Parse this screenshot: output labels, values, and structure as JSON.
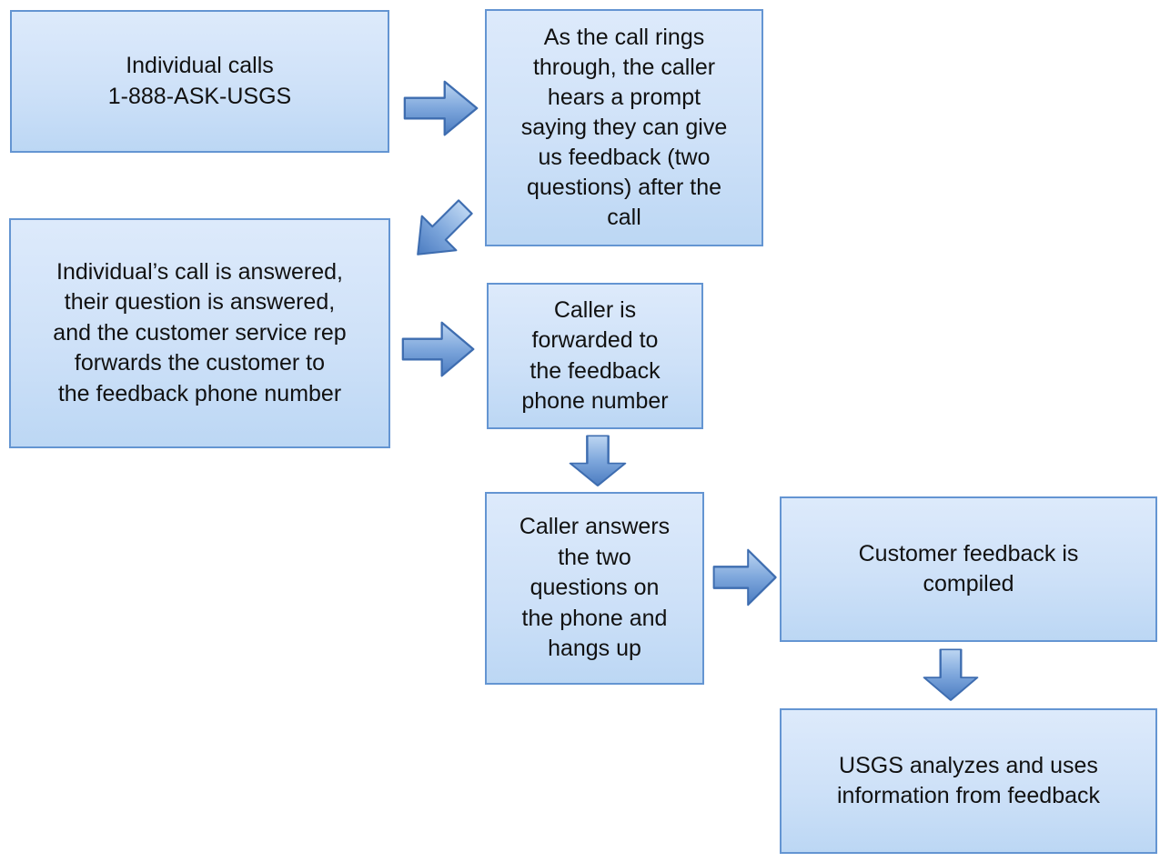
{
  "diagram": {
    "type": "flowchart",
    "boxes": [
      {
        "id": "step-individual-calls",
        "text": "Individual calls\n1-888-ASK-USGS"
      },
      {
        "id": "step-call-rings-prompt",
        "text": "As the call rings\nthrough, the caller\nhears a prompt\nsaying they can give\nus feedback (two\nquestions) after the\ncall"
      },
      {
        "id": "step-call-answered-forwarded",
        "text": "Individual’s call is answered,\ntheir question is answered,\nand the customer service rep\nforwards the customer to\nthe feedback phone number"
      },
      {
        "id": "step-forwarded-to-feedback-number",
        "text": "Caller is\nforwarded to\nthe feedback\nphone number"
      },
      {
        "id": "step-caller-answers-questions",
        "text": "Caller answers\nthe two\nquestions on\nthe phone and\nhangs up"
      },
      {
        "id": "step-feedback-compiled",
        "text": "Customer feedback is\ncompiled"
      },
      {
        "id": "step-usgs-analyzes-feedback",
        "text": "USGS analyzes and uses\ninformation from feedback"
      }
    ],
    "connectors": [
      {
        "from": "step-individual-calls",
        "to": "step-call-rings-prompt",
        "direction": "right"
      },
      {
        "from": "step-call-rings-prompt",
        "to": "step-call-answered-forwarded",
        "direction": "down-left"
      },
      {
        "from": "step-call-answered-forwarded",
        "to": "step-forwarded-to-feedback-number",
        "direction": "right"
      },
      {
        "from": "step-forwarded-to-feedback-number",
        "to": "step-caller-answers-questions",
        "direction": "down"
      },
      {
        "from": "step-caller-answers-questions",
        "to": "step-feedback-compiled",
        "direction": "right"
      },
      {
        "from": "step-feedback-compiled",
        "to": "step-usgs-analyzes-feedback",
        "direction": "down"
      }
    ]
  },
  "colors": {
    "box_fill_top": "#ddeafb",
    "box_fill_mid": "#cee1f8",
    "box_fill_bottom": "#bcd7f4",
    "box_border": "#6495d2",
    "arrow_light": "#bdd6f2",
    "arrow_mid": "#7ea7dc",
    "arrow_dark": "#4b7cc1",
    "arrow_border": "#3e6db0",
    "text_color": "#111111",
    "background": "#ffffff"
  }
}
